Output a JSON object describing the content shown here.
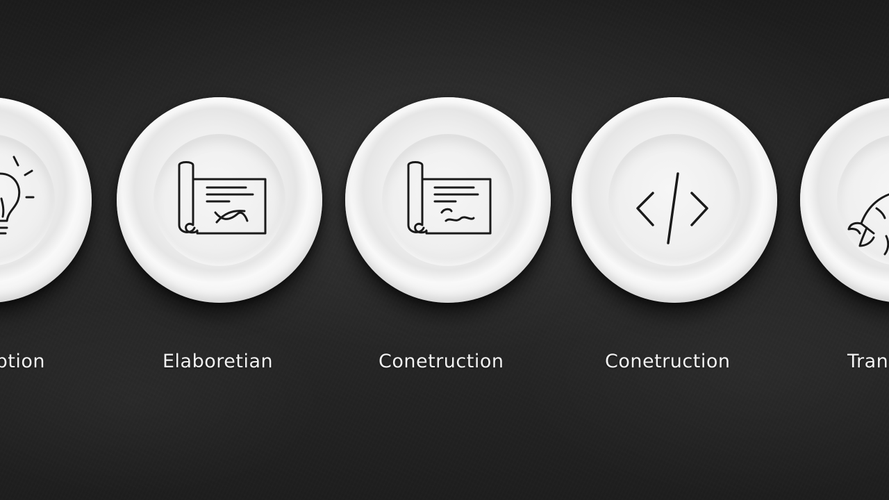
{
  "phases": [
    {
      "label": "ception",
      "icon": "lightbulb-icon"
    },
    {
      "label": "Elaboretian",
      "icon": "blueprint-icon"
    },
    {
      "label": "Conetruction",
      "icon": "blueprint-icon"
    },
    {
      "label": "Conetruction",
      "icon": "code-icon"
    },
    {
      "label": "Transition",
      "icon": "rocket-icon"
    }
  ],
  "colors": {
    "background": "#242424",
    "bowl": "#f0f0f0",
    "icon_stroke": "#1a1a1a",
    "label": "#f2f2f2"
  }
}
